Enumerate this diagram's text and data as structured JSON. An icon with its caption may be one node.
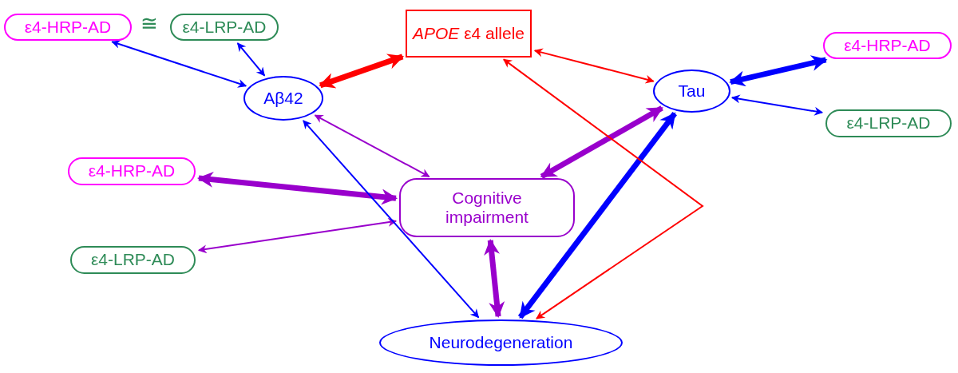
{
  "diagram": {
    "nodes": [
      {
        "text": [
          "ε4-HRP-AD"
        ]
      },
      {
        "text": [
          "ε4-LRP-AD"
        ]
      },
      {
        "text": [
          "*APOE* ε4 allele"
        ]
      },
      {
        "text": [
          "Aβ42"
        ]
      },
      {
        "text": [
          "Tau"
        ]
      },
      {
        "text": [
          "ε4-HRP-AD"
        ]
      },
      {
        "text": [
          "ε4-LRP-AD"
        ]
      },
      {
        "text": [
          "ε4-HRP-AD"
        ]
      },
      {
        "text": [
          "Cognitive impairment"
        ]
      },
      {
        "text": [
          "ε4-LRP-AD"
        ]
      },
      {
        "text": [
          "Neurodegeneration"
        ]
      }
    ],
    "edges": [
      {
        "from": 0,
        "to": 3,
        "arrow": "both",
        "color": "#0000ff"
      },
      {
        "from": 1,
        "to": 3,
        "arrow": "both",
        "color": "#0000ff"
      },
      {
        "from": 3,
        "to": 2,
        "arrow": "both",
        "style": "thick",
        "color": "#ff0000"
      },
      {
        "from": 2,
        "to": 4,
        "arrow": "both",
        "color": "#ff0000"
      },
      {
        "from": 4,
        "to": 5,
        "arrow": "both",
        "style": "thick",
        "color": "#0000ff"
      },
      {
        "from": 4,
        "to": 6,
        "arrow": "both",
        "color": "#0000ff"
      },
      {
        "from": 3,
        "to": 8,
        "arrow": "both",
        "color": "#9900cc"
      },
      {
        "from": 7,
        "to": 8,
        "arrow": "both",
        "style": "thick",
        "color": "#9900cc"
      },
      {
        "from": 9,
        "to": 8,
        "arrow": "both",
        "color": "#9900cc"
      },
      {
        "from": 8,
        "to": 4,
        "arrow": "both",
        "style": "thick",
        "color": "#9900cc"
      },
      {
        "from": 8,
        "to": 10,
        "arrow": "both",
        "style": "thick",
        "color": "#9900cc"
      },
      {
        "from": 3,
        "to": 10,
        "arrow": "both",
        "color": "#0000ff"
      },
      {
        "from": 4,
        "to": 10,
        "arrow": "both",
        "style": "thick",
        "color": "#0000ff"
      },
      {
        "from": 2,
        "to": 10,
        "arrow": "both",
        "color": "#ff0000"
      }
    ],
    "labels": [
      "≅"
    ]
  }
}
